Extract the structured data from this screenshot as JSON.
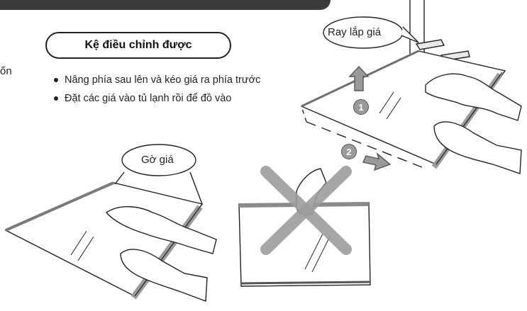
{
  "header": {
    "edge_text": "ốn"
  },
  "section": {
    "title": "Kệ điều chỉnh được",
    "bullets": [
      "Nâng phía sau lên và kéo giá ra phía trước",
      "Đặt các giá vào tủ lạnh rồi để đồ vào"
    ]
  },
  "callouts": {
    "rail": "Ray lắp giá",
    "edge": "Gờ giá"
  },
  "steps": [
    "1",
    "2"
  ],
  "colors": {
    "bar": "#3b3b3b",
    "rail": "#9a9a9a",
    "cross": "#9c9c9c"
  }
}
